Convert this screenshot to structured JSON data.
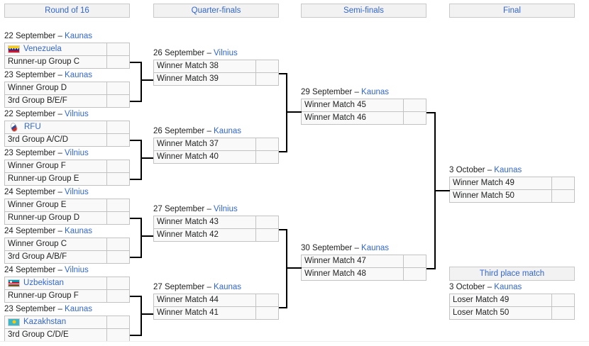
{
  "page": {
    "title": "Tournament knockout bracket"
  },
  "round_headers": [
    {
      "id": "round-of-16",
      "label": "Round of 16"
    },
    {
      "id": "quarter-finals",
      "label": "Quarter-finals"
    },
    {
      "id": "semi-finals",
      "label": "Semi-finals"
    },
    {
      "id": "final",
      "label": "Final"
    },
    {
      "id": "third-place",
      "label": "Third place match"
    }
  ],
  "matches": {
    "r16_m1": {
      "date": "22 September",
      "dash": " – ",
      "venue": "Kaunas",
      "top": {
        "name": "Venezuela",
        "flag": "venezuela-flag",
        "link": true,
        "score": ""
      },
      "bottom": {
        "name": "Runner-up Group C",
        "flag": null,
        "link": false,
        "score": ""
      }
    },
    "r16_m2": {
      "date": "23 September",
      "dash": " – ",
      "venue": "Kaunas",
      "top": {
        "name": "Winner Group D",
        "flag": null,
        "link": false,
        "score": ""
      },
      "bottom": {
        "name": "3rd Group B/E/F",
        "flag": null,
        "link": false,
        "score": ""
      }
    },
    "r16_m3": {
      "date": "22 September",
      "dash": " – ",
      "venue": "Vilnius",
      "top": {
        "name": "RFU",
        "flag": "rfu-flag",
        "link": true,
        "score": ""
      },
      "bottom": {
        "name": "3rd Group A/C/D",
        "flag": null,
        "link": false,
        "score": ""
      }
    },
    "r16_m4": {
      "date": "23 September",
      "dash": " – ",
      "venue": "Vilnius",
      "top": {
        "name": "Winner Group F",
        "flag": null,
        "link": false,
        "score": ""
      },
      "bottom": {
        "name": "Runner-up Group E",
        "flag": null,
        "link": false,
        "score": ""
      }
    },
    "r16_m5": {
      "date": "24 September",
      "dash": " – ",
      "venue": "Vilnius",
      "top": {
        "name": "Winner Group E",
        "flag": null,
        "link": false,
        "score": ""
      },
      "bottom": {
        "name": "Runner-up Group D",
        "flag": null,
        "link": false,
        "score": ""
      }
    },
    "r16_m6": {
      "date": "24 September",
      "dash": " – ",
      "venue": "Kaunas",
      "top": {
        "name": "Winner Group C",
        "flag": null,
        "link": false,
        "score": ""
      },
      "bottom": {
        "name": "3rd Group A/B/F",
        "flag": null,
        "link": false,
        "score": ""
      }
    },
    "r16_m7": {
      "date": "24 September",
      "dash": " – ",
      "venue": "Vilnius",
      "top": {
        "name": "Uzbekistan",
        "flag": "uzbekistan-flag",
        "link": true,
        "score": ""
      },
      "bottom": {
        "name": "Runner-up Group F",
        "flag": null,
        "link": false,
        "score": ""
      }
    },
    "r16_m8": {
      "date": "23 September",
      "dash": " – ",
      "venue": "Kaunas",
      "top": {
        "name": "Kazakhstan",
        "flag": "kazakhstan-flag",
        "link": true,
        "score": ""
      },
      "bottom": {
        "name": "3rd Group C/D/E",
        "flag": null,
        "link": false,
        "score": ""
      }
    },
    "qf_m1": {
      "date": "26 September",
      "dash": " – ",
      "venue": "Vilnius",
      "top": {
        "name": "Winner Match 38",
        "flag": null,
        "link": false,
        "score": ""
      },
      "bottom": {
        "name": "Winner Match 39",
        "flag": null,
        "link": false,
        "score": ""
      }
    },
    "qf_m2": {
      "date": "26 September",
      "dash": " – ",
      "venue": "Kaunas",
      "top": {
        "name": "Winner Match 37",
        "flag": null,
        "link": false,
        "score": ""
      },
      "bottom": {
        "name": "Winner Match 40",
        "flag": null,
        "link": false,
        "score": ""
      }
    },
    "qf_m3": {
      "date": "27 September",
      "dash": " – ",
      "venue": "Vilnius",
      "top": {
        "name": "Winner Match 43",
        "flag": null,
        "link": false,
        "score": ""
      },
      "bottom": {
        "name": "Winner Match 42",
        "flag": null,
        "link": false,
        "score": ""
      }
    },
    "qf_m4": {
      "date": "27 September",
      "dash": " – ",
      "venue": "Kaunas",
      "top": {
        "name": "Winner Match 44",
        "flag": null,
        "link": false,
        "score": ""
      },
      "bottom": {
        "name": "Winner Match 41",
        "flag": null,
        "link": false,
        "score": ""
      }
    },
    "sf_m1": {
      "date": "29 September",
      "dash": " – ",
      "venue": "Kaunas",
      "top": {
        "name": "Winner Match 45",
        "flag": null,
        "link": false,
        "score": ""
      },
      "bottom": {
        "name": "Winner Match 46",
        "flag": null,
        "link": false,
        "score": ""
      }
    },
    "sf_m2": {
      "date": "30 September",
      "dash": " – ",
      "venue": "Kaunas",
      "top": {
        "name": "Winner Match 47",
        "flag": null,
        "link": false,
        "score": ""
      },
      "bottom": {
        "name": "Winner Match 48",
        "flag": null,
        "link": false,
        "score": ""
      }
    },
    "final": {
      "date": "3 October",
      "dash": " – ",
      "venue": "Kaunas",
      "top": {
        "name": "Winner Match 49",
        "flag": null,
        "link": false,
        "score": ""
      },
      "bottom": {
        "name": "Winner Match 50",
        "flag": null,
        "link": false,
        "score": ""
      }
    },
    "third": {
      "date": "3 October",
      "dash": " – ",
      "venue": "Kaunas",
      "top": {
        "name": "Loser Match 49",
        "flag": null,
        "link": false,
        "score": ""
      },
      "bottom": {
        "name": "Loser Match 50",
        "flag": null,
        "link": false,
        "score": ""
      }
    }
  },
  "colors": {
    "link": "#3366cc",
    "header_bg": "#f2f2f2",
    "header_border": "#c8c8c8",
    "cell_bg": "#f9f9f9",
    "cell_border": "#c2c2c2",
    "connector": "#000000",
    "text": "#202122"
  }
}
